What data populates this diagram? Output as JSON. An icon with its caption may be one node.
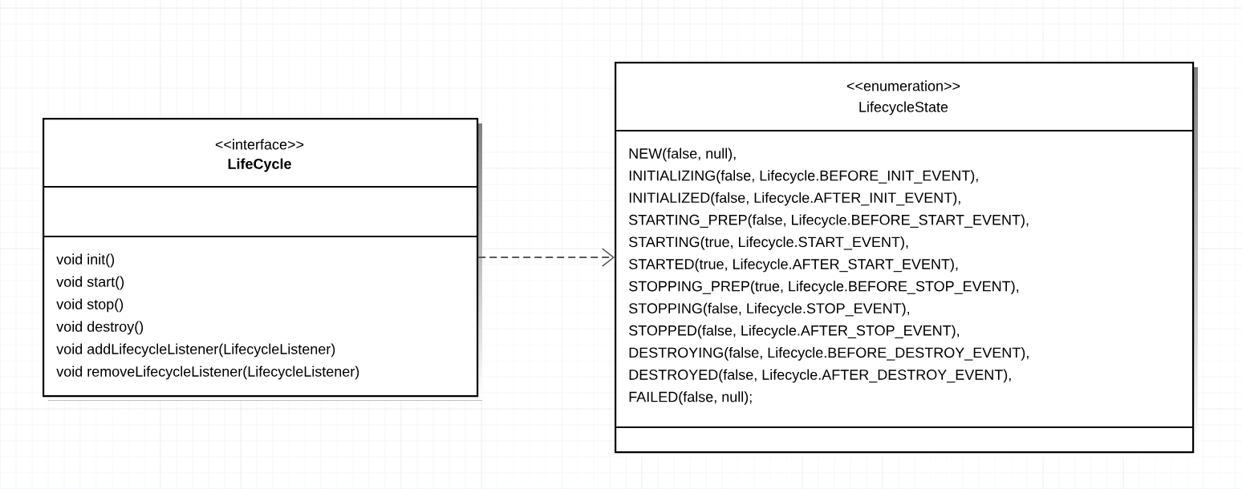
{
  "diagram": {
    "nodes": [
      {
        "text": [
          "<<interface>>",
          "LifeCycle",
          "void init()",
          "void start()",
          "void stop()",
          "void destroy()",
          "void addLifecycleListener(LifecycleListener)",
          "void removeLifecycleListener(LifecycleListener)"
        ]
      },
      {
        "text": [
          "<<enumeration>>",
          "LifecycleState",
          "NEW(false, null),",
          "INITIALIZING(false, Lifecycle.BEFORE_INIT_EVENT),",
          "INITIALIZED(false, Lifecycle.AFTER_INIT_EVENT),",
          "STARTING_PREP(false, Lifecycle.BEFORE_START_EVENT),",
          "STARTING(true, Lifecycle.START_EVENT),",
          "STARTED(true, Lifecycle.AFTER_START_EVENT),",
          "STOPPING_PREP(true, Lifecycle.BEFORE_STOP_EVENT),",
          "STOPPING(false, Lifecycle.STOP_EVENT),",
          "STOPPED(false, Lifecycle.AFTER_STOP_EVENT),",
          "DESTROYING(false, Lifecycle.BEFORE_DESTROY_EVENT),",
          "DESTROYED(false, Lifecycle.AFTER_DESTROY_EVENT),",
          "FAILED(false, null);"
        ]
      }
    ],
    "edges": [
      {
        "from": 0,
        "to": 1,
        "arrow": "to",
        "style": "dashed"
      }
    ]
  }
}
